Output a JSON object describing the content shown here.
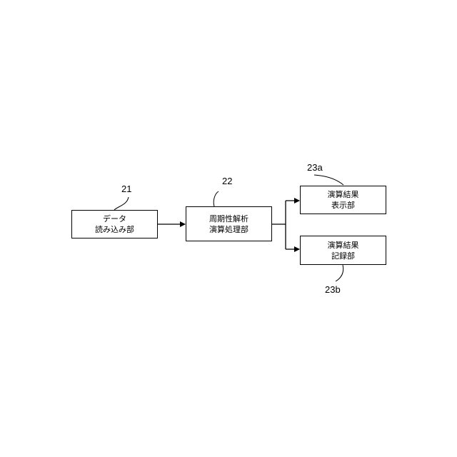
{
  "blocks": {
    "data_reader": {
      "line1": "データ",
      "line2": "読み込み部",
      "ref": "21"
    },
    "periodicity": {
      "line1": "周期性解析",
      "line2": "演算処理部",
      "ref": "22"
    },
    "display": {
      "line1": "演算結果",
      "line2": "表示部",
      "ref": "23a"
    },
    "recorder": {
      "line1": "演算結果",
      "line2": "記録部",
      "ref": "23b"
    }
  },
  "colors": {
    "stroke": "#000000",
    "background": "#ffffff"
  }
}
